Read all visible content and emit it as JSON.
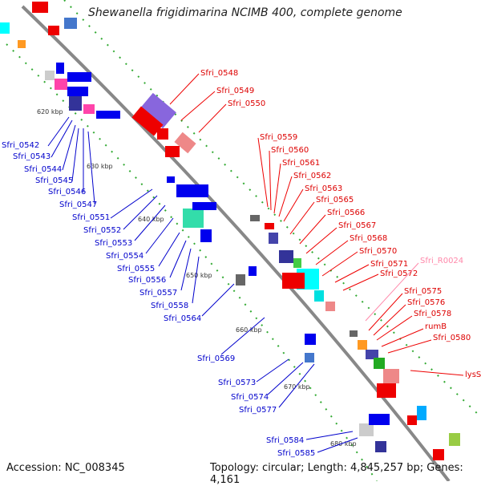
{
  "title": "Shewanella frigidimarina NCIMB 400, complete genome",
  "footer": {
    "accession": "Accession: NC_008345",
    "summary": "Topology: circular; Length: 4,845,257 bp; Genes: 4,161"
  },
  "ticks": [
    "620 kbp",
    "630 kbp",
    "640 kbp",
    "650 kbp",
    "660 kbp",
    "670 kbp",
    "680 kbp"
  ],
  "labels_forward": [
    "Sfri_0548",
    "Sfri_0549",
    "Sfri_0550",
    "Sfri_0559",
    "Sfri_0560",
    "Sfri_0561",
    "Sfri_0562",
    "Sfri_0563",
    "Sfri_0565",
    "Sfri_0566",
    "Sfri_0567",
    "Sfri_0568",
    "Sfri_0570",
    "Sfri_0571",
    "Sfri_0572",
    "Sfri_0575",
    "Sfri_0576",
    "Sfri_0578",
    "rumB",
    "Sfri_0580",
    "lysS"
  ],
  "label_rna": "Sfri_R0024",
  "labels_reverse": [
    "Sfri_0542",
    "Sfri_0543",
    "Sfri_0544",
    "Sfri_0545",
    "Sfri_0546",
    "Sfri_0547",
    "Sfri_0551",
    "Sfri_0552",
    "Sfri_0553",
    "Sfri_0554",
    "Sfri_0555",
    "Sfri_0556",
    "Sfri_0557",
    "Sfri_0558",
    "Sfri_0564",
    "Sfri_0569",
    "Sfri_0573",
    "Sfri_0574",
    "Sfri_0577",
    "Sfri_0584",
    "Sfri_0585"
  ],
  "colors": {
    "forward_cds": "#ee0000",
    "reverse_cds": "#0000ee",
    "rna": "#ff88aa",
    "backbone": "#888888",
    "gc_track": "#339933"
  }
}
